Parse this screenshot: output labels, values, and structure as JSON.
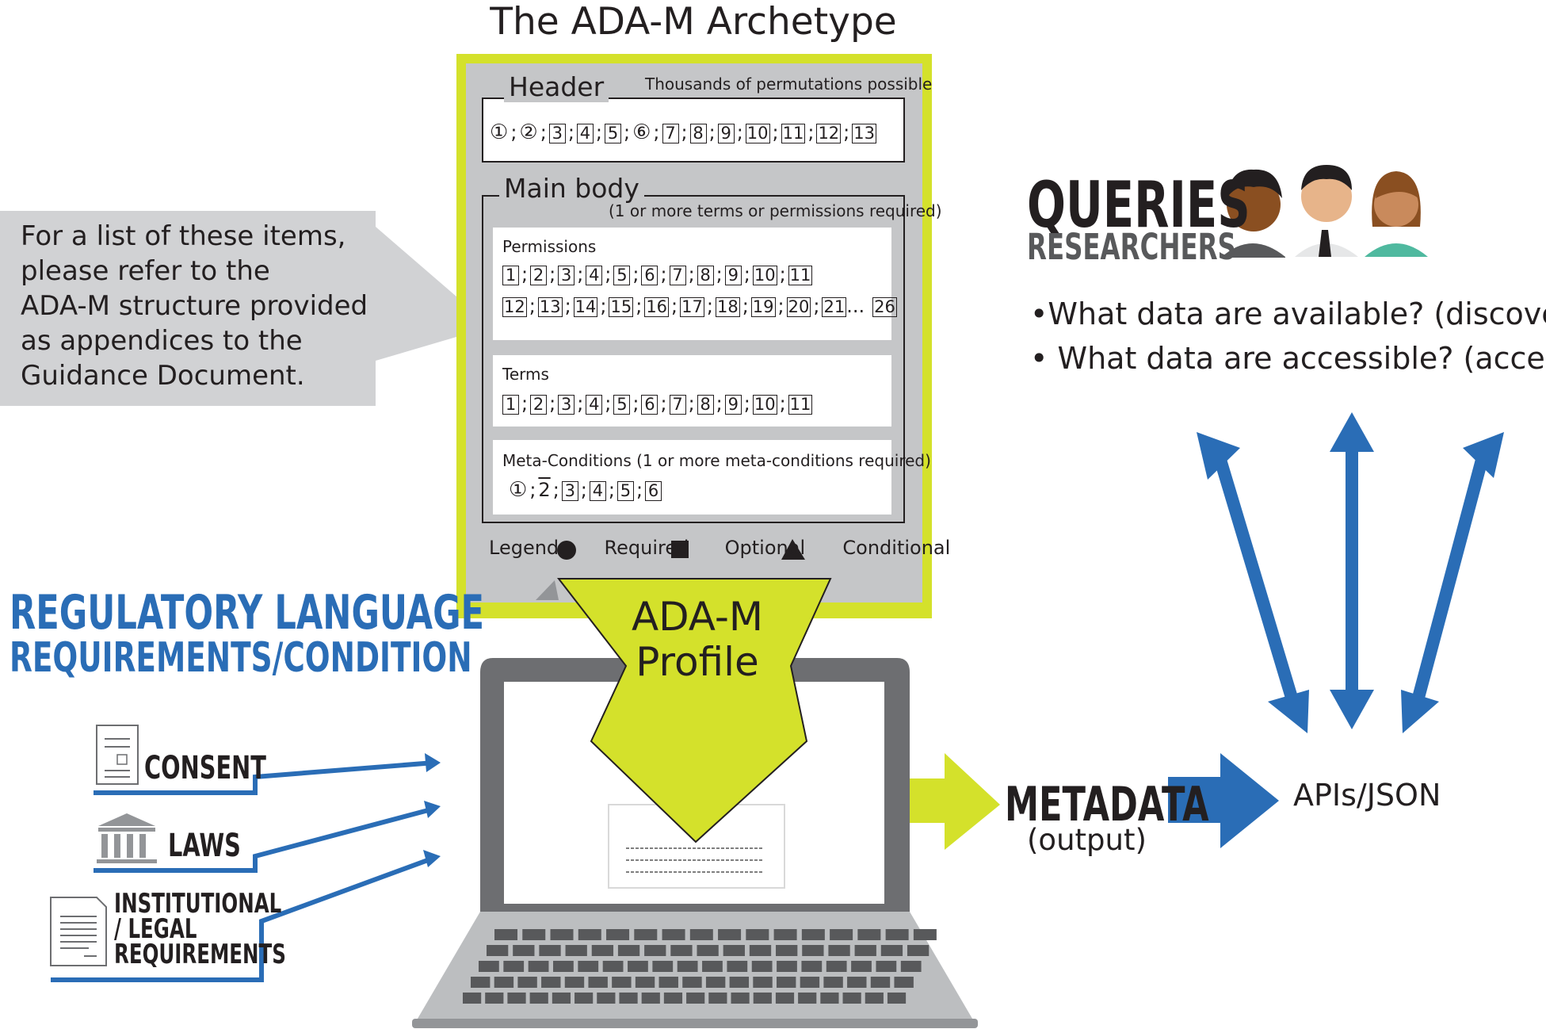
{
  "title": "The ADA-M Archetype",
  "callout": {
    "text": "For a list of these items,\nplease refer to the\nADA-M structure provided\nas appendices to the\nGuidance Document."
  },
  "header_section": {
    "label": "Header",
    "note": "Thousands of permutations possible",
    "tokens": [
      {
        "n": "1",
        "shape": "circle"
      },
      {
        "n": "2",
        "shape": "circle"
      },
      {
        "n": "3",
        "shape": "square"
      },
      {
        "n": "4",
        "shape": "square"
      },
      {
        "n": "5",
        "shape": "square"
      },
      {
        "n": "6",
        "shape": "circle"
      },
      {
        "n": "7",
        "shape": "square"
      },
      {
        "n": "8",
        "shape": "square"
      },
      {
        "n": "9",
        "shape": "square"
      },
      {
        "n": "10",
        "shape": "square"
      },
      {
        "n": "11",
        "shape": "square"
      },
      {
        "n": "12",
        "shape": "square"
      },
      {
        "n": "13",
        "shape": "square"
      }
    ]
  },
  "main_body": {
    "label": "Main body",
    "note": "(1 or more terms or permissions required)",
    "permissions": {
      "title": "Permissions",
      "row1": [
        "1",
        "2",
        "3",
        "4",
        "5",
        "6",
        "7",
        "8",
        "9",
        "10",
        "11"
      ],
      "row2": [
        "12",
        "13",
        "14",
        "15",
        "16",
        "17",
        "18",
        "19",
        "20",
        "21"
      ],
      "ellipsis": "...",
      "last": "26"
    },
    "terms": {
      "title": "Terms",
      "row": [
        "1",
        "2",
        "3",
        "4",
        "5",
        "6",
        "7",
        "8",
        "9",
        "10",
        "11"
      ]
    },
    "meta_conditions": {
      "title": "Meta-Conditions (1 or more meta-conditions required)",
      "tokens": [
        {
          "n": "1",
          "shape": "circle"
        },
        {
          "n": "2",
          "shape": "triangle"
        },
        {
          "n": "3",
          "shape": "square"
        },
        {
          "n": "4",
          "shape": "square"
        },
        {
          "n": "5",
          "shape": "square"
        },
        {
          "n": "6",
          "shape": "square"
        }
      ]
    }
  },
  "legend": {
    "label": "Legend:",
    "required": "Required",
    "optional": "Optional",
    "conditional": "Conditional"
  },
  "profile": {
    "line1": "ADA-M",
    "line2": "Profile"
  },
  "regulatory": {
    "line1": "REGULATORY LANGUAGE",
    "line2": "REQUIREMENTS/CONDITION"
  },
  "sources": {
    "consent": "CONSENT",
    "laws": "LAWS",
    "institutional": [
      "INSTITUTIONAL",
      "/ LEGAL",
      "REQUIREMENTS"
    ]
  },
  "queries": {
    "title": "QUERIES",
    "subtitle": "RESEARCHERS",
    "bullets": [
      "What data are available? (discovery)",
      "What data are accessible? (access)"
    ]
  },
  "metadata": {
    "title": "METADATA",
    "subtitle": "(output)"
  },
  "apis": "APIs/JSON",
  "colors": {
    "accent_green": "#d4e12b",
    "blue": "#2a6db6",
    "gray_panel": "#c5c6c8",
    "laptop_dark": "#6d6e71"
  }
}
